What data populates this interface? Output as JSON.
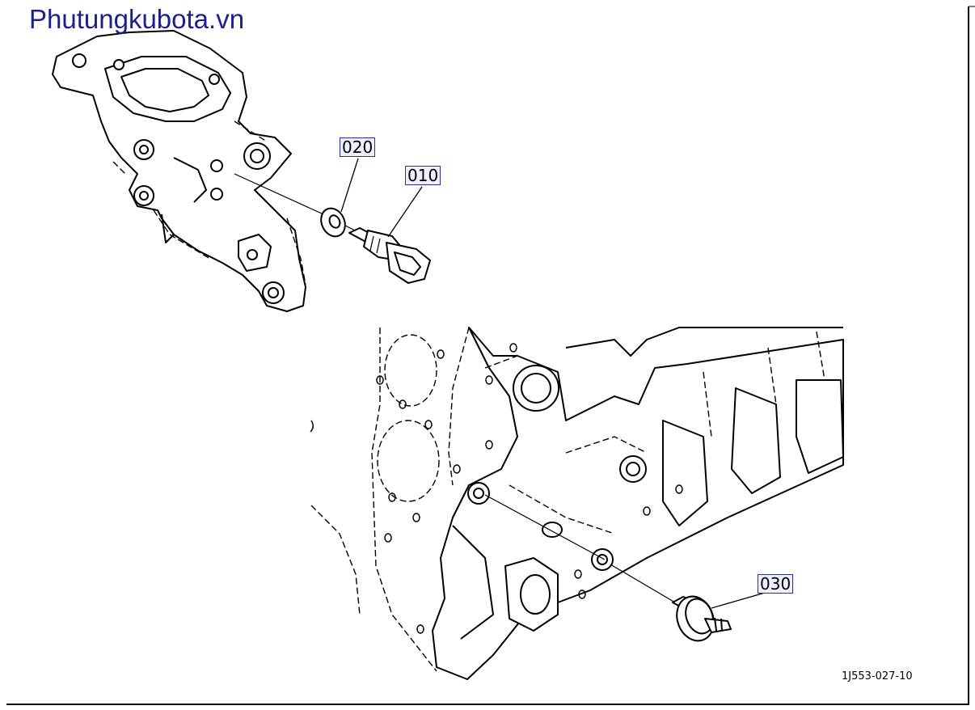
{
  "watermark": "Phutungkubota.vn",
  "drawing_code": "1J553-027-10",
  "callouts": [
    {
      "id": "callout-020",
      "label": "020"
    },
    {
      "id": "callout-010",
      "label": "010"
    },
    {
      "id": "callout-030",
      "label": "030"
    }
  ],
  "colors": {
    "watermark": "#1c1f8c",
    "callout_border": "#2a2f9a",
    "callout_fill": "#eef0ff",
    "line": "#000000"
  }
}
